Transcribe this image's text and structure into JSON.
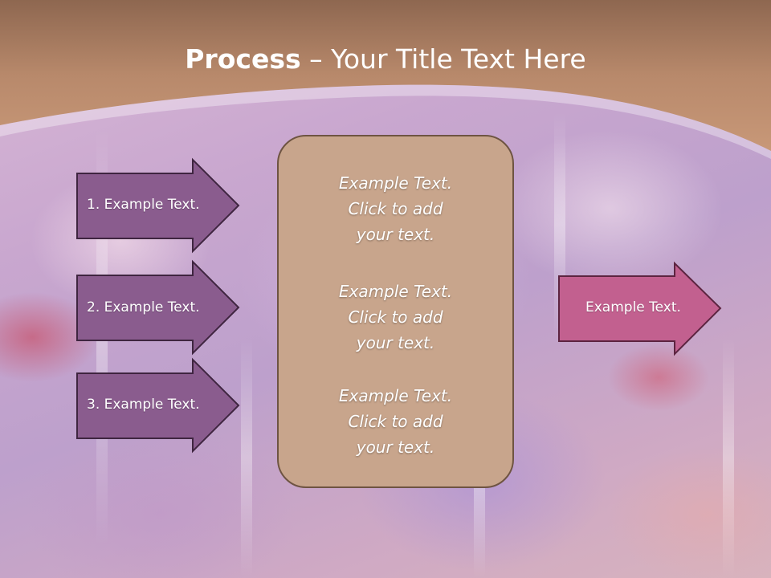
{
  "slide": {
    "title_bold": "Process",
    "title_rest": " – Your Title Text Here",
    "left_arrows": [
      {
        "label": "1. Example Text."
      },
      {
        "label": "2. Example Text."
      },
      {
        "label": "3. Example Text."
      }
    ],
    "center_blocks": [
      {
        "line1": "Example Text.",
        "line2": "Click  to add",
        "line3": "your text."
      },
      {
        "line1": "Example Text.",
        "line2": "Click  to add",
        "line3": "your text."
      },
      {
        "line1": "Example Text.",
        "line2": "Click  to add",
        "line3": "your text."
      }
    ],
    "right_arrow": {
      "label": "Example Text."
    }
  },
  "colors": {
    "header": "#b8896b",
    "left_arrow_fill": "#8a5c8e",
    "right_arrow_fill": "#c2608f",
    "center_box_fill": "#c8a58c"
  }
}
